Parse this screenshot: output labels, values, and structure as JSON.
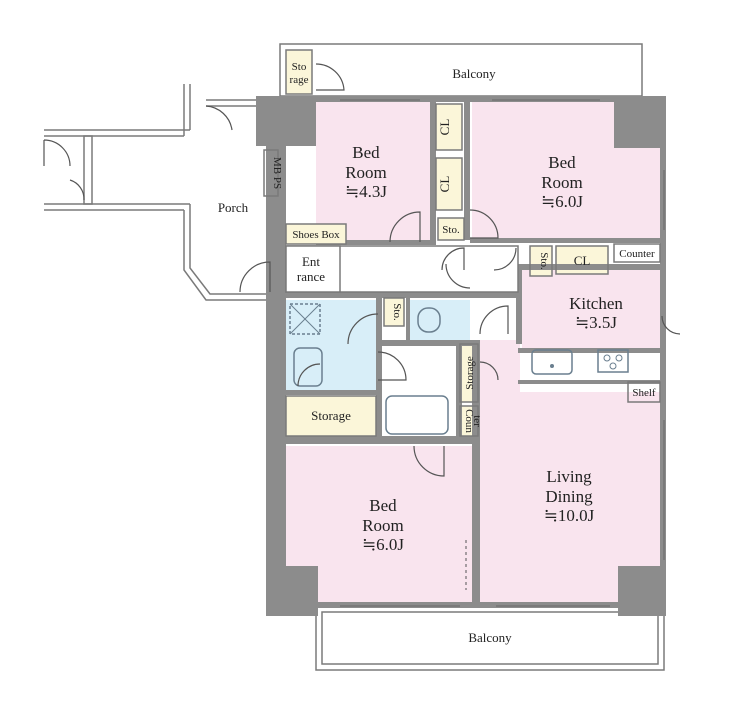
{
  "rooms": {
    "balcony_top": "Balcony",
    "balcony_bottom": "Balcony",
    "storage_top": [
      "Sto",
      "rage"
    ],
    "porch": "Porch",
    "mbps": "MB PS",
    "bedroom_nw": {
      "line1": "Bed",
      "line2": "Room",
      "size": "≒4.3J"
    },
    "bedroom_ne": {
      "line1": "Bed",
      "line2": "Room",
      "size": "≒6.0J"
    },
    "bedroom_sw": {
      "line1": "Bed",
      "line2": "Room",
      "size": "≒6.0J"
    },
    "cl_1": "CL",
    "cl_2": "CL",
    "cl_3": "CL",
    "sto_1": "Sto.",
    "sto_2": "Sto.",
    "sto_3": "Sto.",
    "shoes_box": "Shoes Box",
    "entrance": [
      "Ent",
      "rance"
    ],
    "counter_top": "Counter",
    "kitchen": {
      "name": "Kitchen",
      "size": "≒3.5J"
    },
    "storage_vertical": "Storage",
    "storage_wash": "Storage",
    "counter_small": [
      "Coun",
      "ter"
    ],
    "shelf": "Shelf",
    "living": {
      "line1": "Living",
      "line2": "Dining",
      "size": "≒10.0J"
    }
  },
  "colors": {
    "room_pink": "#f9e4ee",
    "wet_blue": "#d8eef8",
    "closet_yellow": "#fbf6d9",
    "wall_gray": "#8c8c8c"
  }
}
